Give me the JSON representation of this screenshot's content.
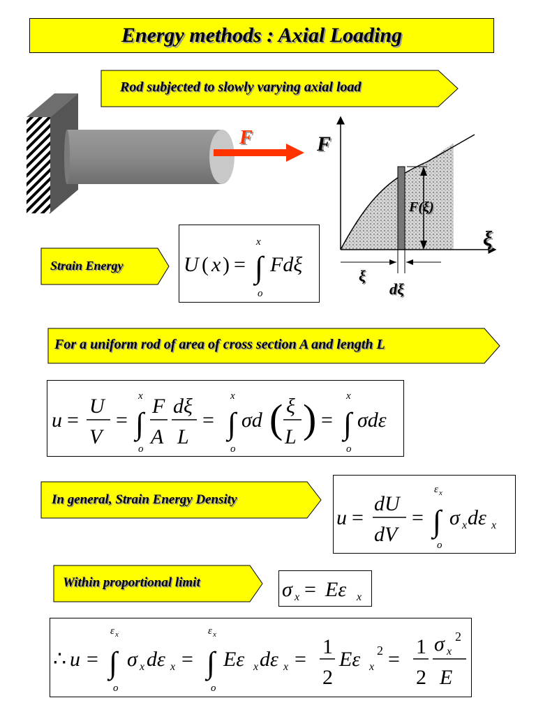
{
  "title": "Energy methods : Axial Loading",
  "colors": {
    "banner": "#ffff00",
    "arrow": "#ff3300",
    "rod": "#8c8c8c",
    "wall": "#555555"
  },
  "banners": {
    "rod_load": "Rod subjected to slowly varying axial load",
    "strain_energy": "Strain Energy",
    "uniform_rod": "For a uniform rod of area of cross section A and length L",
    "general": "In general, Strain Energy Density",
    "proportional": "Within proportional limit"
  },
  "figure": {
    "force_label": "F",
    "graph_y_label": "F",
    "graph_x_label": "ξ",
    "curve_label": "F(ξ)",
    "xi_label": "ξ",
    "dxi_label": "dξ"
  },
  "equations": {
    "strain_energy": "U(x) = ∫ₒˣ F dξ",
    "uniform_rod": "u = U/V = ∫ₒˣ (F/A)(dξ/L) = ∫ₒˣ σ d(ξ/L) = ∫ₒˣ σ dε",
    "general": "u = dU/dV = ∫ₒ^εx σx dεx",
    "proportional": "σx = Eεx",
    "final": "∴ u = ∫ₒ^εx σx dεx = ∫ₒ^εx Eεx dεx = ½ Eεx² = ½ σx²/E"
  }
}
